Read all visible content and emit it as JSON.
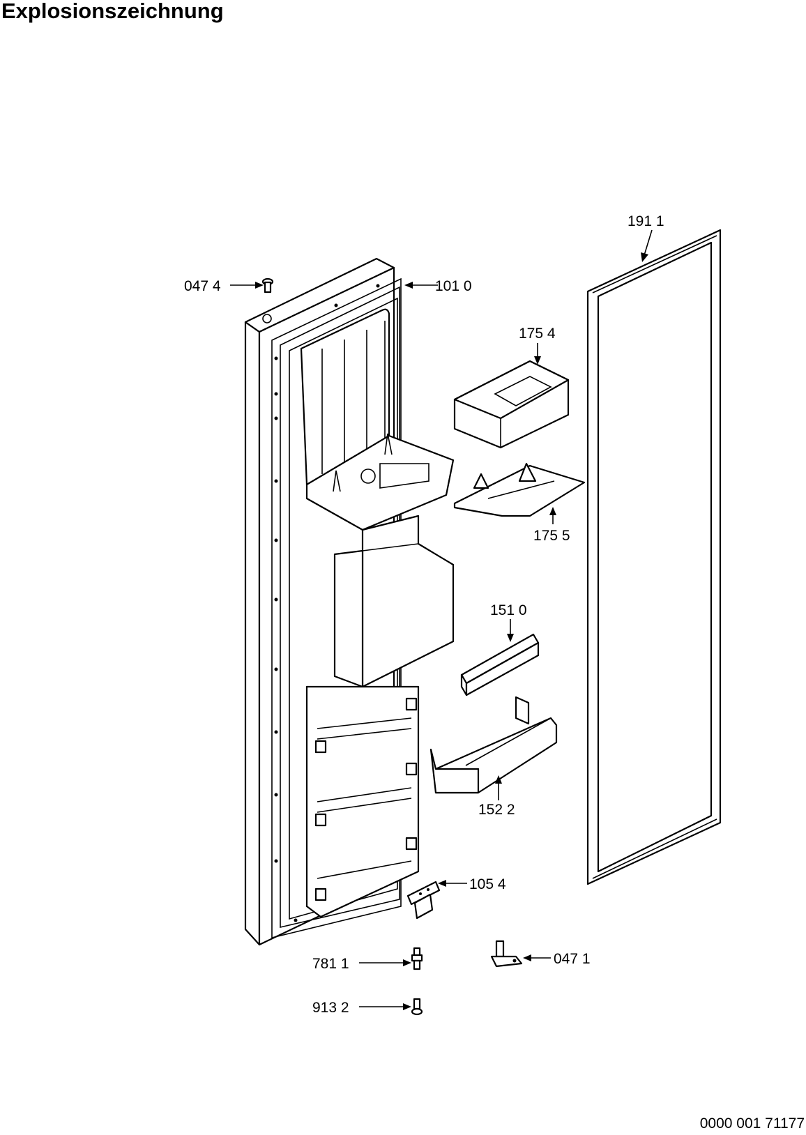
{
  "title": "Explosionszeichnung",
  "document_number": "0000 001 71177",
  "parts": [
    {
      "id": "p-0474",
      "label": "047 4"
    },
    {
      "id": "p-1010",
      "label": "101 0"
    },
    {
      "id": "p-1911",
      "label": "191 1"
    },
    {
      "id": "p-1754",
      "label": "175 4"
    },
    {
      "id": "p-1755",
      "label": "175 5"
    },
    {
      "id": "p-1510",
      "label": "151 0"
    },
    {
      "id": "p-1522",
      "label": "152 2"
    },
    {
      "id": "p-1054",
      "label": "105 4"
    },
    {
      "id": "p-7811",
      "label": "781 1"
    },
    {
      "id": "p-0471",
      "label": "047 1"
    },
    {
      "id": "p-9132",
      "label": "913 2"
    }
  ]
}
